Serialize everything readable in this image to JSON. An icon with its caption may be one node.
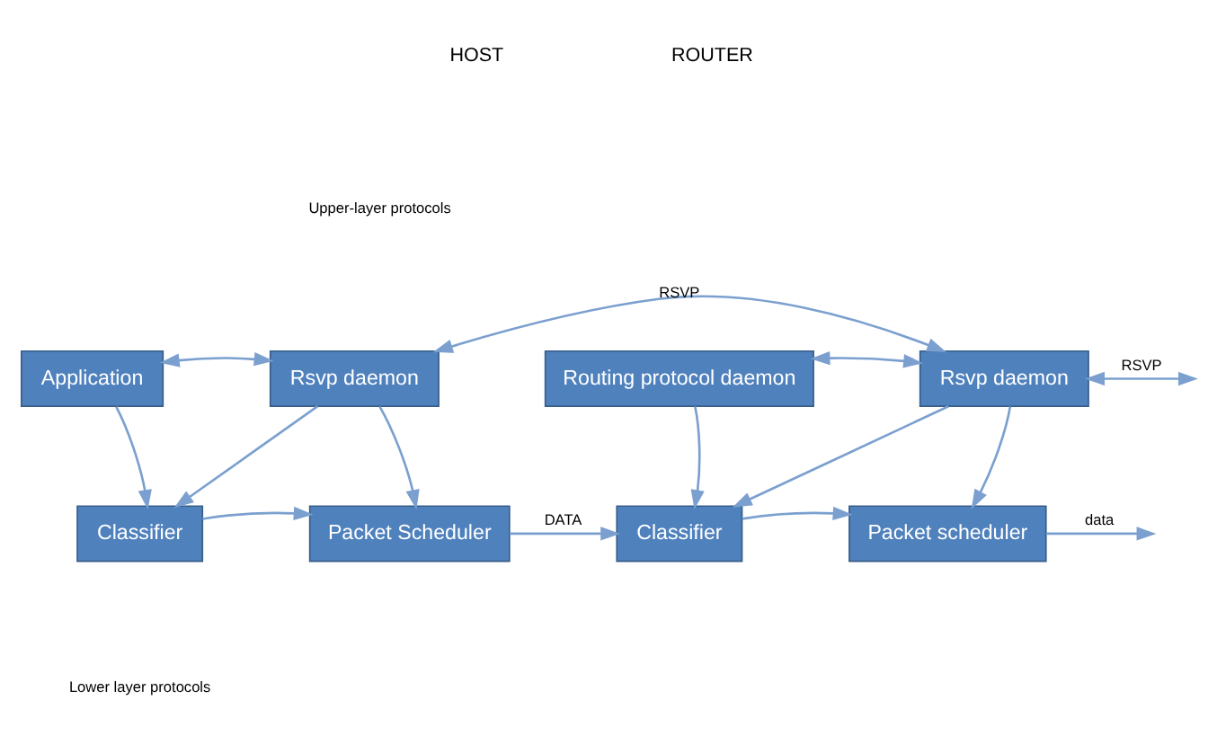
{
  "diagram": {
    "nodes": [
      {
        "text": [
          "Application"
        ]
      },
      {
        "text": [
          "Rsvp daemon"
        ]
      },
      {
        "text": [
          "Routing protocol daemon"
        ]
      },
      {
        "text": [
          "Rsvp daemon"
        ]
      },
      {
        "text": [
          "Classifier"
        ]
      },
      {
        "text": [
          "Packet Scheduler"
        ]
      },
      {
        "text": [
          "Classifier"
        ]
      },
      {
        "text": [
          "Packet scheduler"
        ]
      }
    ],
    "edges": [
      {
        "from": 0,
        "to": 1,
        "arrow": "both"
      },
      {
        "from": 1,
        "to": 3,
        "arrow": "both",
        "label": "RSVP"
      },
      {
        "from": 2,
        "to": 3,
        "arrow": "both"
      },
      {
        "from": 3,
        "to": null,
        "arrow": "both",
        "label": "RSVP"
      },
      {
        "from": 0,
        "to": 4,
        "arrow": "to"
      },
      {
        "from": 1,
        "to": 4,
        "arrow": "to"
      },
      {
        "from": 1,
        "to": 5,
        "arrow": "to"
      },
      {
        "from": 4,
        "to": 5,
        "arrow": "to"
      },
      {
        "from": 5,
        "to": 6,
        "arrow": "to",
        "label": "DATA"
      },
      {
        "from": 2,
        "to": 6,
        "arrow": "to"
      },
      {
        "from": 3,
        "to": 6,
        "arrow": "to"
      },
      {
        "from": 3,
        "to": 7,
        "arrow": "to"
      },
      {
        "from": 6,
        "to": 7,
        "arrow": "to"
      },
      {
        "from": 7,
        "to": null,
        "arrow": "to",
        "label": "data"
      }
    ],
    "labels": [
      "HOST",
      "ROUTER",
      "Upper-layer protocols",
      "Lower layer protocols"
    ]
  }
}
